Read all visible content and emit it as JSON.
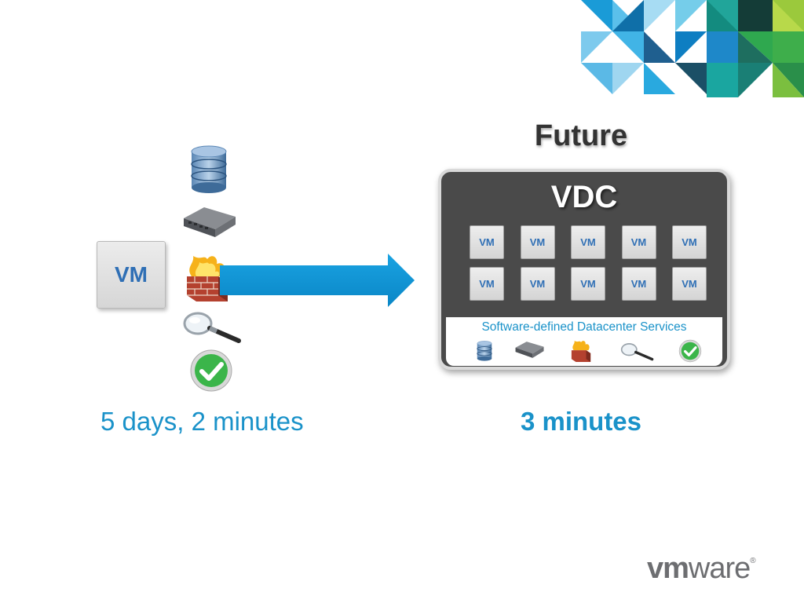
{
  "slide": {
    "heading": "Future",
    "before": {
      "vm_label": "VM",
      "time": "5 days, 2 minutes",
      "icons": [
        "database-icon",
        "switch-icon",
        "firewall-icon",
        "magnifier-icon",
        "check-icon"
      ]
    },
    "after": {
      "panel_title": "VDC",
      "vm_tiles": [
        "VM",
        "VM",
        "VM",
        "VM",
        "VM",
        "VM",
        "VM",
        "VM",
        "VM",
        "VM"
      ],
      "services_label": "Software-defined Datacenter Services",
      "service_icons": [
        "database-icon",
        "switch-icon",
        "firewall-icon",
        "magnifier-icon",
        "check-icon"
      ],
      "time": "3 minutes"
    },
    "logo": {
      "vm": "vm",
      "ware": "ware",
      "mark": "®"
    }
  },
  "colors": {
    "accent_blue": "#1a92c9",
    "arrow_blue": "#0a8fd0",
    "panel_dark": "#4a4a4a",
    "vm_text": "#2f6fb5",
    "check_green": "#3bb54a"
  }
}
